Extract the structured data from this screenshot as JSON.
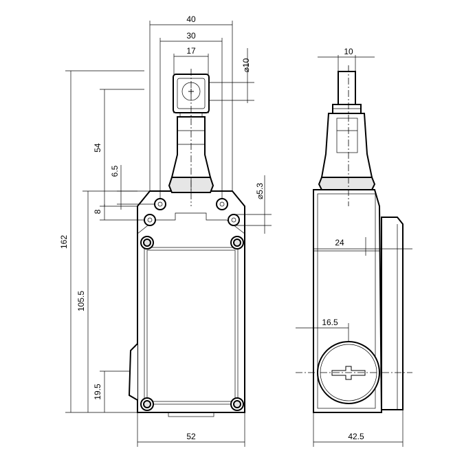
{
  "front_view": {
    "dim_width_top_outer": "40",
    "dim_width_top_inner": "30",
    "dim_head_width": "17",
    "dim_head_diameter": "⌀10",
    "dim_total_height": "162",
    "dim_upper_height": "54",
    "dim_body_height": "105.5",
    "dim_gap_small": "6.5",
    "dim_hole_spacing": "8",
    "dim_hole_diameter": "⌀5.3",
    "dim_bottom_offset": "19.5",
    "dim_body_width": "52"
  },
  "side_view": {
    "dim_plunger_width": "10",
    "dim_offset": "24",
    "dim_cover_offset": "16.5",
    "dim_depth": "42.5"
  }
}
